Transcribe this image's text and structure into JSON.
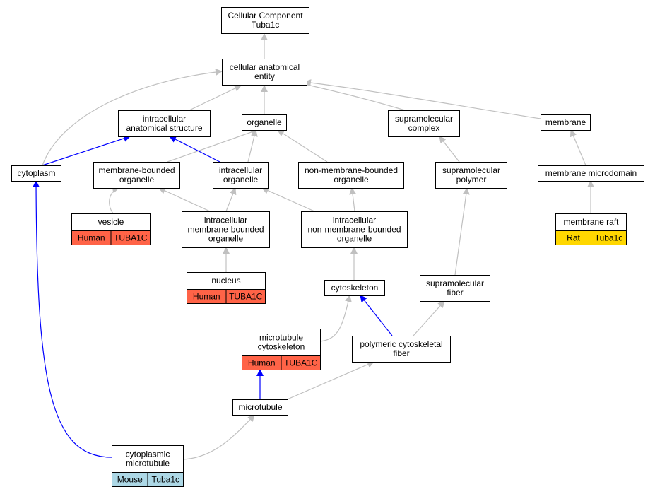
{
  "diagram": {
    "colors": {
      "edge_default": "#c0c0c0",
      "edge_highlight": "#0000ff",
      "human_badge": "#ff6347",
      "rat_badge": "#ffd700",
      "mouse_badge": "#add8e6"
    },
    "nodes": [
      {
        "id": "cc_root",
        "lines": [
          "Cellular Component",
          "Tuba1c"
        ]
      },
      {
        "id": "cae",
        "lines": [
          "cellular anatomical",
          "entity"
        ]
      },
      {
        "id": "ias",
        "lines": [
          "intracellular",
          "anatomical structure"
        ]
      },
      {
        "id": "organelle",
        "lines": [
          "organelle"
        ]
      },
      {
        "id": "supcomplex",
        "lines": [
          "supramolecular",
          "complex"
        ]
      },
      {
        "id": "membrane",
        "lines": [
          "membrane"
        ]
      },
      {
        "id": "cytoplasm",
        "lines": [
          "cytoplasm"
        ]
      },
      {
        "id": "mbo",
        "lines": [
          "membrane-bounded",
          "organelle"
        ]
      },
      {
        "id": "io",
        "lines": [
          "intracellular",
          "organelle"
        ]
      },
      {
        "id": "nmbo",
        "lines": [
          "non-membrane-bounded",
          "organelle"
        ]
      },
      {
        "id": "suppolymer",
        "lines": [
          "supramolecular",
          "polymer"
        ]
      },
      {
        "id": "memmicro",
        "lines": [
          "membrane microdomain"
        ]
      },
      {
        "id": "vesicle",
        "lines": [
          "vesicle"
        ],
        "badges": [
          {
            "text": "Human",
            "color": "#ff6347"
          },
          {
            "text": "TUBA1C",
            "color": "#ff6347"
          }
        ]
      },
      {
        "id": "imbo",
        "lines": [
          "intracellular",
          "membrane-bounded",
          "organelle"
        ]
      },
      {
        "id": "inmbo",
        "lines": [
          "intracellular",
          "non-membrane-bounded",
          "organelle"
        ]
      },
      {
        "id": "memraft",
        "lines": [
          "membrane raft"
        ],
        "badges": [
          {
            "text": "Rat",
            "color": "#ffd700"
          },
          {
            "text": "Tuba1c",
            "color": "#ffd700"
          }
        ]
      },
      {
        "id": "nucleus",
        "lines": [
          "nucleus"
        ],
        "badges": [
          {
            "text": "Human",
            "color": "#ff6347"
          },
          {
            "text": "TUBA1C",
            "color": "#ff6347"
          }
        ]
      },
      {
        "id": "cytoskeleton",
        "lines": [
          "cytoskeleton"
        ]
      },
      {
        "id": "supfiber",
        "lines": [
          "supramolecular",
          "fiber"
        ]
      },
      {
        "id": "mtcyto",
        "lines": [
          "microtubule",
          "cytoskeleton"
        ],
        "badges": [
          {
            "text": "Human",
            "color": "#ff6347"
          },
          {
            "text": "TUBA1C",
            "color": "#ff6347"
          }
        ]
      },
      {
        "id": "pcf",
        "lines": [
          "polymeric cytoskeletal",
          "fiber"
        ]
      },
      {
        "id": "microtubule",
        "lines": [
          "microtubule"
        ]
      },
      {
        "id": "cytomt",
        "lines": [
          "cytoplasmic",
          "microtubule"
        ],
        "badges": [
          {
            "text": "Mouse",
            "color": "#add8e6"
          },
          {
            "text": "Tuba1c",
            "color": "#add8e6"
          }
        ]
      }
    ],
    "edges": [
      {
        "from": "cae",
        "to": "cc_root",
        "highlight": false
      },
      {
        "from": "ias",
        "to": "cae",
        "highlight": false
      },
      {
        "from": "organelle",
        "to": "cae",
        "highlight": false
      },
      {
        "from": "supcomplex",
        "to": "cae",
        "highlight": false
      },
      {
        "from": "membrane",
        "to": "cae",
        "highlight": false
      },
      {
        "from": "cytoplasm",
        "to": "cae",
        "highlight": false
      },
      {
        "from": "cytoplasm",
        "to": "ias",
        "highlight": true
      },
      {
        "from": "io",
        "to": "ias",
        "highlight": true
      },
      {
        "from": "mbo",
        "to": "organelle",
        "highlight": false
      },
      {
        "from": "io",
        "to": "organelle",
        "highlight": false
      },
      {
        "from": "nmbo",
        "to": "organelle",
        "highlight": false
      },
      {
        "from": "suppolymer",
        "to": "supcomplex",
        "highlight": false
      },
      {
        "from": "memmicro",
        "to": "membrane",
        "highlight": false
      },
      {
        "from": "vesicle",
        "to": "mbo",
        "highlight": false
      },
      {
        "from": "imbo",
        "to": "mbo",
        "highlight": false
      },
      {
        "from": "imbo",
        "to": "io",
        "highlight": false
      },
      {
        "from": "inmbo",
        "to": "io",
        "highlight": false
      },
      {
        "from": "inmbo",
        "to": "nmbo",
        "highlight": false
      },
      {
        "from": "memraft",
        "to": "memmicro",
        "highlight": false
      },
      {
        "from": "nucleus",
        "to": "imbo",
        "highlight": false
      },
      {
        "from": "cytoskeleton",
        "to": "inmbo",
        "highlight": false
      },
      {
        "from": "supfiber",
        "to": "suppolymer",
        "highlight": false
      },
      {
        "from": "mtcyto",
        "to": "cytoskeleton",
        "highlight": false
      },
      {
        "from": "pcf",
        "to": "cytoskeleton",
        "highlight": true
      },
      {
        "from": "pcf",
        "to": "supfiber",
        "highlight": false
      },
      {
        "from": "microtubule",
        "to": "mtcyto",
        "highlight": true
      },
      {
        "from": "microtubule",
        "to": "pcf",
        "highlight": false
      },
      {
        "from": "cytomt",
        "to": "microtubule",
        "highlight": false
      },
      {
        "from": "cytomt",
        "to": "cytoplasm",
        "highlight": true
      }
    ]
  }
}
